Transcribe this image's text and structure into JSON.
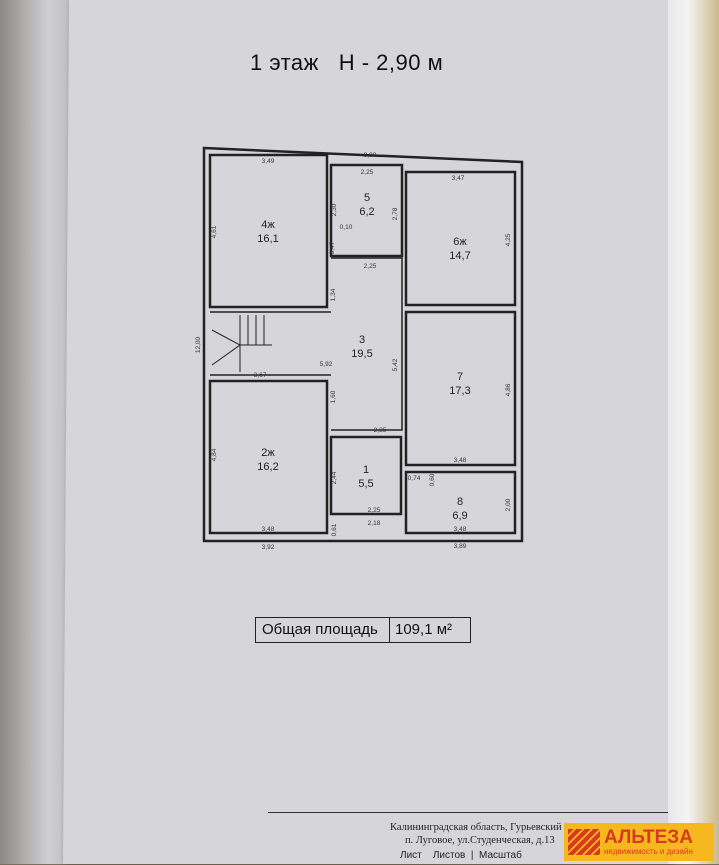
{
  "title": "1 этаж   Н - 2,90 м",
  "rooms": [
    {
      "id": "4ж",
      "area": "16,1"
    },
    {
      "id": "5",
      "area": "6,2"
    },
    {
      "id": "6ж",
      "area": "14,7"
    },
    {
      "id": "3",
      "area": "19,5"
    },
    {
      "id": "7",
      "area": "17,3"
    },
    {
      "id": "2ж",
      "area": "16,2"
    },
    {
      "id": "1",
      "area": "5,5"
    },
    {
      "id": "8",
      "area": "6,9"
    }
  ],
  "dimensions": [
    "3,49",
    "9,98",
    "2,25",
    "3,47",
    "4,61",
    "2,30",
    "2,78",
    "4,25",
    "0,10",
    "0,47",
    "2,25",
    "1,34",
    "12,00",
    "5,92",
    "3,67",
    "5,42",
    "1,60",
    "4,86",
    "2,25",
    "4,84",
    "2,44",
    "3,48",
    "0,74",
    "0,60",
    "2,00",
    "2,25",
    "2,18",
    "0,61",
    "3,48",
    "3,92",
    "3,48",
    "3,89"
  ],
  "total_area": {
    "label": "Общая площадь",
    "value": "109,1 м²"
  },
  "stamp": {
    "address_line1": "Калининградская область,  Гурьевский р",
    "address_line2": "п. Луговое, ул.Студенческая, д.13",
    "sheet_labels": "Лист    Листов  |  Масштаб"
  },
  "logo": {
    "brand": "АЛЬТЕЗА",
    "tagline": "недвижимость и дизайн"
  }
}
